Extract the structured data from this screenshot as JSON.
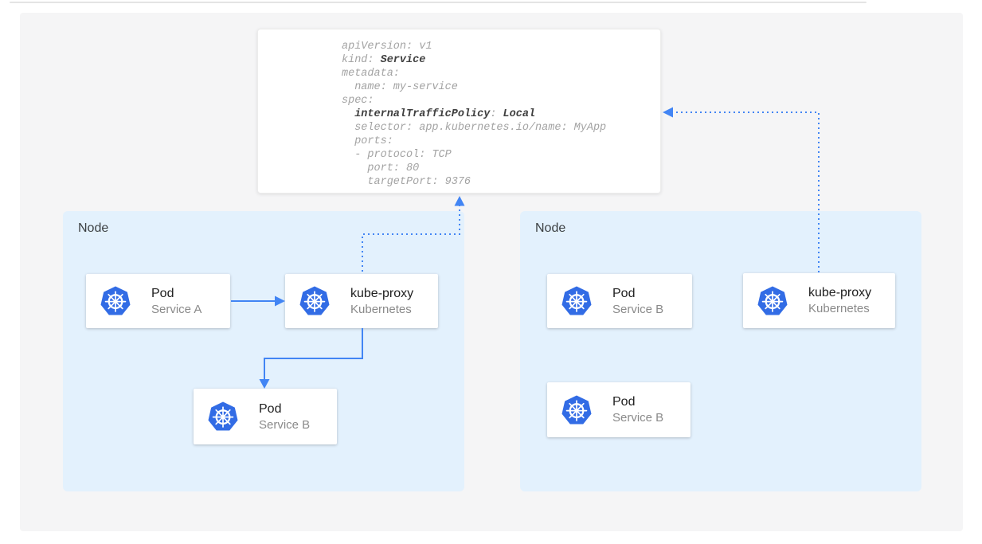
{
  "colors": {
    "accent": "#4285f4",
    "node_bg": "#e3f1fd",
    "panel_bg": "#f5f5f6",
    "k8s_blue": "#326ce5",
    "yaml_text": "#a3a3a3",
    "yaml_bold": "#3f3f3f",
    "title_text": "#212121",
    "subtitle_text": "#8a8a8a",
    "node_label": "#3c4043"
  },
  "icons": {
    "kubernetes_logo": "kubernetes-helm-icon"
  },
  "yaml": {
    "l01": "apiVersion: v1",
    "l02a": "kind: ",
    "l02b": "Service",
    "l03": "metadata:",
    "l04": "  name: my-service",
    "l05": "spec:",
    "l06a": "  ",
    "l06b": "internalTrafficPolicy",
    "l06c": ": ",
    "l06d": "Local",
    "l07": "  selector: app.kubernetes.io/name: MyApp",
    "l08": "  ports:",
    "l09": "  - protocol: TCP",
    "l10": "    port: 80",
    "l11": "    targetPort: 9376"
  },
  "nodes": [
    {
      "label": "Node",
      "cards": [
        {
          "title": "Pod",
          "subtitle": "Service A"
        },
        {
          "title": "kube-proxy",
          "subtitle": "Kubernetes"
        },
        {
          "title": "Pod",
          "subtitle": "Service B"
        }
      ]
    },
    {
      "label": "Node",
      "cards": [
        {
          "title": "Pod",
          "subtitle": "Service B"
        },
        {
          "title": "kube-proxy",
          "subtitle": "Kubernetes"
        },
        {
          "title": "Pod",
          "subtitle": "Service B"
        }
      ]
    }
  ]
}
